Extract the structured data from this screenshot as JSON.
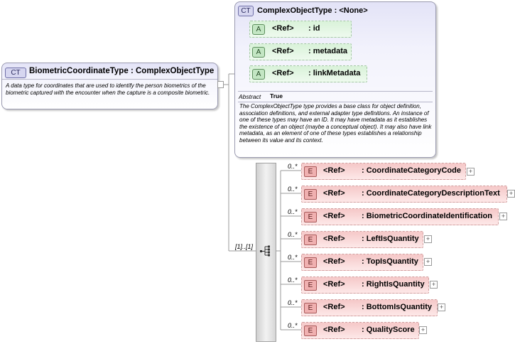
{
  "main_type": {
    "badge": "CT",
    "name": "BiometricCoordinateType",
    "separator": ":",
    "base": "ComplexObjectType",
    "description": "A data type for coordinates that are used to identify the person biometrics of the biometric captured with the encounter when the capture is a composite biometric."
  },
  "base_type": {
    "badge": "CT",
    "name": "ComplexObjectType",
    "separator": ":",
    "base": "<None>",
    "attributes": [
      {
        "badge": "A",
        "ref": "<Ref>",
        "name": ": id"
      },
      {
        "badge": "A",
        "ref": "<Ref>",
        "name": ": metadata"
      },
      {
        "badge": "A",
        "ref": "<Ref>",
        "name": ": linkMetadata"
      }
    ],
    "abstract_label": "Abstract",
    "abstract_value": "True",
    "description": "The ComplexObjectType type provides a base class for object definition, association definitions, and external adapter type definitions. An instance of one of these types may have an ID. It may have metadata as it establishes the existence of an object (maybe a conceptual object). It may also have link metadata, as an element of one of these types establishes a relationship between its value and its context."
  },
  "sequence": {
    "multiplicity": "[1]..[1]"
  },
  "elements": [
    {
      "mult": "0..*",
      "badge": "E",
      "ref": "<Ref>",
      "name": ": CoordinateCategoryCode"
    },
    {
      "mult": "0..*",
      "badge": "E",
      "ref": "<Ref>",
      "name": ": CoordinateCategoryDescriptionText"
    },
    {
      "mult": "0..*",
      "badge": "E",
      "ref": "<Ref>",
      "name": ": BiometricCoordinateIdentification"
    },
    {
      "mult": "0..*",
      "badge": "E",
      "ref": "<Ref>",
      "name": ": LeftIsQuantity"
    },
    {
      "mult": "0..*",
      "badge": "E",
      "ref": "<Ref>",
      "name": ": TopIsQuantity"
    },
    {
      "mult": "0..*",
      "badge": "E",
      "ref": "<Ref>",
      "name": ": RightIsQuantity"
    },
    {
      "mult": "0..*",
      "badge": "E",
      "ref": "<Ref>",
      "name": ": BottomIsQuantity"
    },
    {
      "mult": "0..*",
      "badge": "E",
      "ref": "<Ref>",
      "name": ": QualityScore"
    }
  ],
  "expander_symbol": "+",
  "colors": {
    "complex_type_fill": "#e3e3f7",
    "attribute_fill": "#d9f2d9",
    "element_fill": "#f5c8c8",
    "sequence_fill": "#e0e0e0"
  }
}
